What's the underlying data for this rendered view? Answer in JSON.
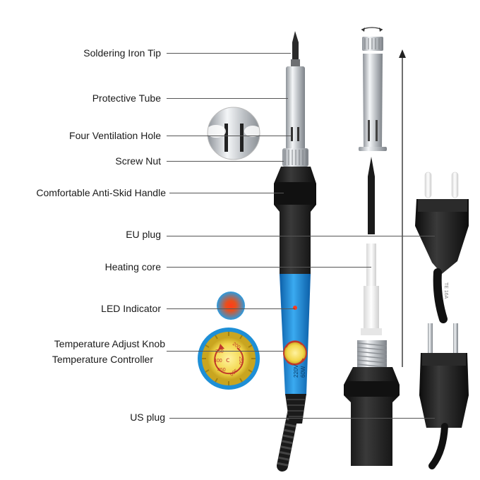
{
  "labels": {
    "tip": "Soldering Iron Tip",
    "tube": "Protective Tube",
    "vent": "Four Ventilation Hole",
    "nut": "Screw Nut",
    "handle": "Comfortable Anti-Skid Handle",
    "eu_plug": "EU plug",
    "core": "Heating core",
    "led": "LED Indicator",
    "knob_line1": "Temperature Adjust Knob",
    "knob_line2": "Temperature Controller",
    "us_plug": "US plug"
  },
  "body_print": {
    "voltage": "220V",
    "power": "60W"
  },
  "knob_dial": {
    "marks": [
      "200",
      "250",
      "300",
      "350",
      "400",
      "450"
    ]
  },
  "plug_print": "TE 16A",
  "colors": {
    "handle": "#1b1b1b",
    "body_blue": "#1e8fd6",
    "knob_yellow": "#f2d64a",
    "led_red": "#e8401c",
    "metal": "#c9cdd1",
    "label_text": "#1a1a1a"
  }
}
